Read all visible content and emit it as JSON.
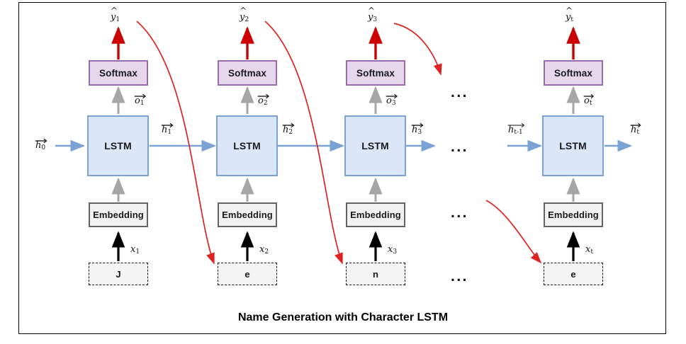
{
  "figure": {
    "caption": "Name Generation with Character LSTM",
    "colors": {
      "softmax_fill": "#e6d7ec",
      "softmax_border": "#9a6aad",
      "lstm_fill": "#dbe6f8",
      "lstm_border": "#7ba2d4",
      "embedding_fill": "#f2f2f2",
      "embedding_border": "#636363",
      "char_fill": "#f4f4f4",
      "char_border": "#111111",
      "hidden_arrow": "#7ba2d4",
      "internal_arrow": "#a6a6a6",
      "input_arrow": "#000000",
      "output_arrow": "#cc0000",
      "feedback_arrow": "#dd2222",
      "frame_border": "#000000"
    },
    "block_labels": {
      "softmax": "Softmax",
      "lstm": "LSTM",
      "embedding": "Embedding"
    },
    "initial_state": {
      "base": "h",
      "sub": "0"
    },
    "ellipsis": "...",
    "timesteps": [
      {
        "id": "t1",
        "character": "J",
        "input_label": {
          "base": "x",
          "sub": "1"
        },
        "output_label": {
          "base": "y",
          "sub": "1",
          "hat": true
        },
        "o_label": {
          "base": "o",
          "sub": "1"
        },
        "h_out_label": {
          "base": "h",
          "sub": "1"
        }
      },
      {
        "id": "t2",
        "character": "e",
        "input_label": {
          "base": "x",
          "sub": "2"
        },
        "output_label": {
          "base": "y",
          "sub": "2",
          "hat": true
        },
        "o_label": {
          "base": "o",
          "sub": "2"
        },
        "h_out_label": {
          "base": "h",
          "sub": "2"
        }
      },
      {
        "id": "t3",
        "character": "n",
        "input_label": {
          "base": "x",
          "sub": "3"
        },
        "output_label": {
          "base": "y",
          "sub": "3",
          "hat": true
        },
        "o_label": {
          "base": "o",
          "sub": "3"
        },
        "h_out_label": {
          "base": "h",
          "sub": "3"
        }
      },
      {
        "id": "tt",
        "character": "e",
        "input_label": {
          "base": "x",
          "sub": "t"
        },
        "output_label": {
          "base": "y",
          "sub": "t",
          "hat": true
        },
        "o_label": {
          "base": "o",
          "sub": "t"
        },
        "h_in_label": {
          "base": "h",
          "sub": "t-1"
        },
        "h_out_label": {
          "base": "h",
          "sub": "t"
        }
      }
    ]
  }
}
